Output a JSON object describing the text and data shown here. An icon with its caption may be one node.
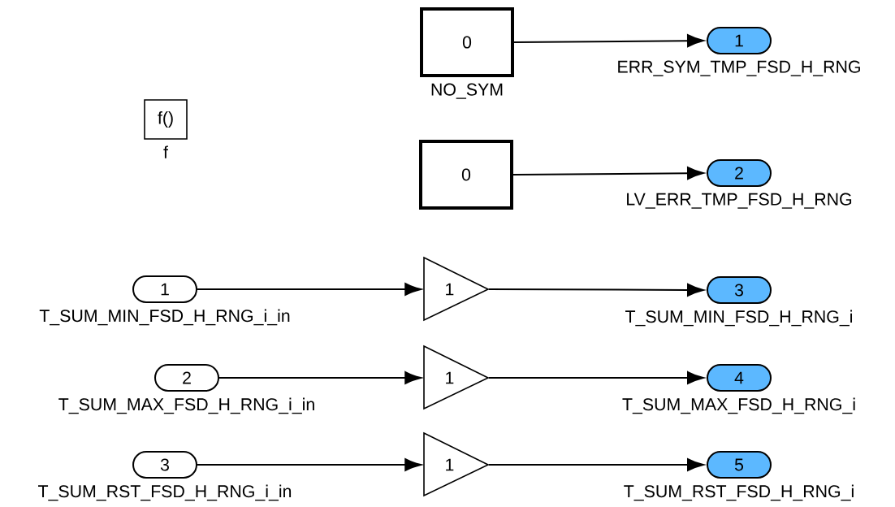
{
  "diagram": {
    "nodes": [
      {
        "text": [
          "0"
        ],
        "beside": [
          "NO_SYM"
        ]
      },
      {
        "text": [
          "1"
        ],
        "beside": [
          "ERR_SYM_TMP_FSD_H_RNG"
        ]
      },
      {
        "text": [
          "0"
        ]
      },
      {
        "text": [
          "2"
        ],
        "beside": [
          "LV_ERR_TMP_FSD_H_RNG"
        ]
      },
      {
        "text": [
          "f()"
        ],
        "beside": [
          "f"
        ]
      },
      {
        "text": [
          "1"
        ],
        "beside": [
          "T_SUM_MIN_FSD_H_RNG_i_in"
        ]
      },
      {
        "text": [
          "1"
        ]
      },
      {
        "text": [
          "3"
        ],
        "beside": [
          "T_SUM_MIN_FSD_H_RNG_i"
        ]
      },
      {
        "text": [
          "2"
        ],
        "beside": [
          "T_SUM_MAX_FSD_H_RNG_i_in"
        ]
      },
      {
        "text": [
          "1"
        ]
      },
      {
        "text": [
          "4"
        ],
        "beside": [
          "T_SUM_MAX_FSD_H_RNG_i"
        ]
      },
      {
        "text": [
          "3"
        ],
        "beside": [
          "T_SUM_RST_FSD_H_RNG_i_in"
        ]
      },
      {
        "text": [
          "1"
        ]
      },
      {
        "text": [
          "5"
        ],
        "beside": [
          "T_SUM_RST_FSD_H_RNG_i"
        ]
      }
    ],
    "edges": [
      {
        "from": 0,
        "to": 1,
        "arrow": "to"
      },
      {
        "from": 2,
        "to": 3,
        "arrow": "to"
      },
      {
        "from": 5,
        "to": 6,
        "arrow": "to"
      },
      {
        "from": 6,
        "to": 7,
        "arrow": "to"
      },
      {
        "from": 8,
        "to": 9,
        "arrow": "to"
      },
      {
        "from": 9,
        "to": 10,
        "arrow": "to"
      },
      {
        "from": 11,
        "to": 12,
        "arrow": "to"
      },
      {
        "from": 12,
        "to": 13,
        "arrow": "to"
      }
    ]
  }
}
